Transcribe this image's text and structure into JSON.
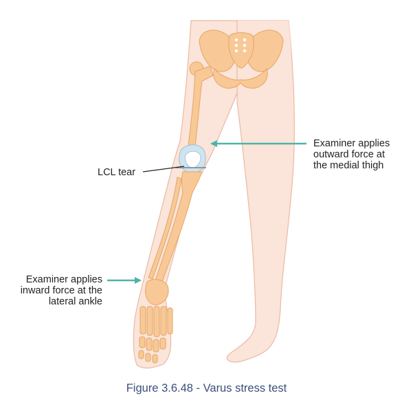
{
  "labels": {
    "medial_force": [
      "Examiner applies",
      "outward force at",
      "the medial thigh"
    ],
    "lcl_tear": "LCL tear",
    "lateral_force": [
      "Examiner applies",
      "inward force at the",
      "lateral ankle"
    ]
  },
  "caption": "Figure 3.6.48 - Varus stress test",
  "colors": {
    "skin": "#fbe4d9",
    "skin_outline": "#eab9a3",
    "bone": "#f8c996",
    "bone_outline": "#e3a565",
    "knee_joint": "#cfe4ef",
    "arrow": "#4fb3a9",
    "caption": "#3a4f7a"
  },
  "icons": [
    "right-arrow-icon",
    "left-arrow-icon"
  ]
}
